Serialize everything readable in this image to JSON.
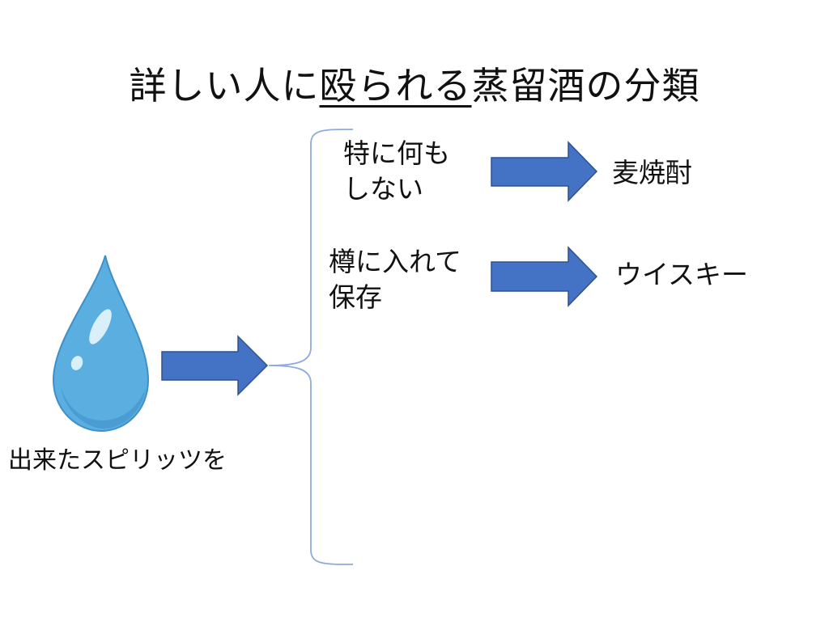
{
  "title": {
    "prefix": "詳しい人に",
    "underlined": "殴られる",
    "suffix": "蒸留酒の分類"
  },
  "source": {
    "label": "出来たスピリッツを",
    "icon": "water-drop-icon"
  },
  "branches": [
    {
      "condition_line1": "特に何も",
      "condition_line2": "しない",
      "result": "麦焼酎"
    },
    {
      "condition_line1": "樽に入れて",
      "condition_line2": "保存",
      "result": "ウイスキー"
    }
  ],
  "colors": {
    "arrow_fill": "#4472c4",
    "arrow_stroke": "#2f528f",
    "brace": "#8faadc",
    "drop_main": "#5aaee0",
    "drop_dark": "#3f8fc8",
    "drop_highlight": "#d9f0fb"
  }
}
